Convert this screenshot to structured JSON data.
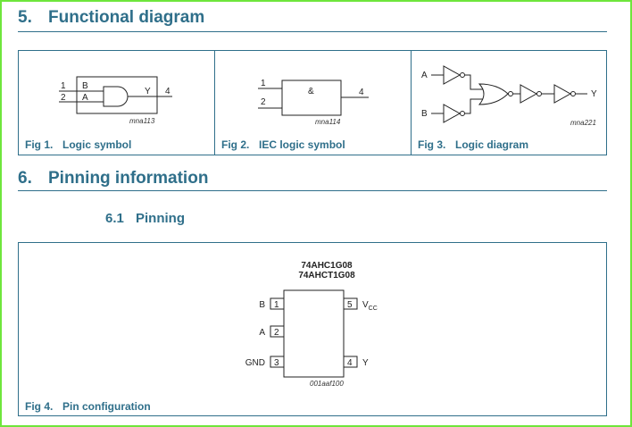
{
  "section5": {
    "number": "5.",
    "title": "Functional diagram"
  },
  "section6": {
    "number": "6.",
    "title": "Pinning information"
  },
  "subsection": {
    "number": "6.1",
    "title": "Pinning"
  },
  "fig1": {
    "number": "Fig 1.",
    "caption": "Logic symbol",
    "ref": "mna113",
    "pin1_num": "1",
    "pin2_num": "2",
    "pin4_num": "4",
    "in_b": "B",
    "in_a": "A",
    "out_y": "Y"
  },
  "fig2": {
    "number": "Fig 2.",
    "caption": "IEC logic symbol",
    "ref": "mna114",
    "pin1_num": "1",
    "pin2_num": "2",
    "pin4_num": "4",
    "and_sym": "&"
  },
  "fig3": {
    "number": "Fig 3.",
    "caption": "Logic diagram",
    "ref": "mna221",
    "in_a": "A",
    "in_b": "B",
    "out_y": "Y"
  },
  "fig4": {
    "number": "Fig 4.",
    "caption": "Pin configuration",
    "ref": "001aaf100",
    "device1": "74AHC1G08",
    "device2": "74AHCT1G08",
    "pins": [
      {
        "num": "1",
        "name": "B"
      },
      {
        "num": "2",
        "name": "A"
      },
      {
        "num": "3",
        "name": "GND"
      },
      {
        "num": "4",
        "name": "Y"
      },
      {
        "num": "5",
        "name": "V",
        "sub": "CC"
      }
    ]
  }
}
